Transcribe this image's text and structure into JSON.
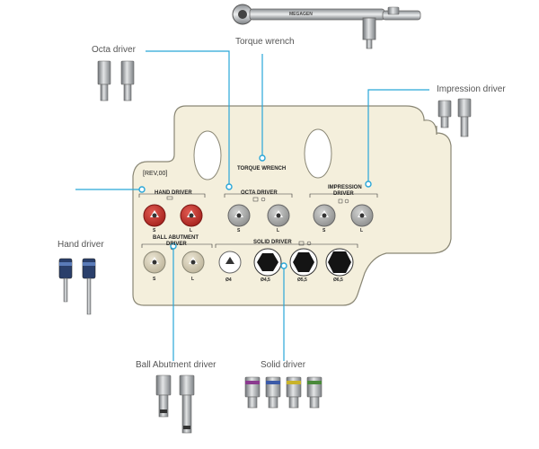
{
  "wrench": {
    "brand": "MEGAGEN"
  },
  "callouts": {
    "torque_wrench": "Torque wrench",
    "octa_driver": "Octa driver",
    "impression_driver": "Impression driver",
    "hand_driver": "Hand driver",
    "ball_abutment_driver": "Ball Abutment driver",
    "solid_driver": "Solid driver"
  },
  "tray": {
    "rev": "[REV,00]",
    "torque_wrench_label": "TORQUE WRENCH",
    "hand_driver_label": "HAND DRIVER",
    "octa_driver_label": "OCTA DRIVER",
    "impression_driver_label_1": "IMPRESSION",
    "impression_driver_label_2": "DRIVER",
    "ball_abutment_label_1": "BALL ABUTMENT",
    "ball_abutment_label_2": "DRIVER",
    "solid_driver_label": "SOLID DRIVER",
    "size_s": "S",
    "size_l": "L",
    "solid_sizes": [
      "Ø4",
      "Ø4,5",
      "Ø5,5",
      "Ø6,5"
    ]
  },
  "colors": {
    "tray_fill": "#f4efdc",
    "tray_stroke": "#8a8775",
    "leader": "#29a6d8",
    "red_socket": "#c8302a",
    "grey_socket": "#a9aaa9",
    "beige_socket": "#d9d2bd",
    "black_socket": "#141414"
  },
  "icons": [
    "torque-wrench-icon",
    "octa-driver-icon",
    "impression-driver-icon",
    "hand-driver-icon",
    "ball-abutment-driver-icon",
    "solid-driver-icon"
  ]
}
